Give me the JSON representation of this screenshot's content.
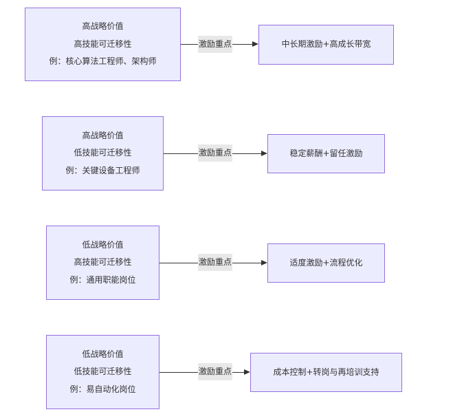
{
  "diagram": {
    "type": "flowchart",
    "direction": "left-to-right",
    "colors": {
      "node_fill": "#ECECFF",
      "node_border": "#9370DB",
      "edge": "#333333",
      "edge_label_bg": "#E8E8E8",
      "text": "#333333"
    },
    "rows": [
      {
        "source": {
          "lines": [
            "高战略价值",
            "高技能可迁移性",
            "例：核心算法工程师、架构师"
          ]
        },
        "edge_label": "激励重点",
        "target": {
          "label": "中长期激励+高成长带宽"
        }
      },
      {
        "source": {
          "lines": [
            "高战略价值",
            "低技能可迁移性",
            "例：关键设备工程师"
          ]
        },
        "edge_label": "激励重点",
        "target": {
          "label": "稳定薪酬+留任激励"
        }
      },
      {
        "source": {
          "lines": [
            "低战略价值",
            "高技能可迁移性",
            "例：通用职能岗位"
          ]
        },
        "edge_label": "激励重点",
        "target": {
          "label": "适度激励+流程优化"
        }
      },
      {
        "source": {
          "lines": [
            "低战略价值",
            "低技能可迁移性",
            "例：易自动化岗位"
          ]
        },
        "edge_label": "激励重点",
        "target": {
          "label": "成本控制+转岗与再培训支持"
        }
      }
    ]
  }
}
